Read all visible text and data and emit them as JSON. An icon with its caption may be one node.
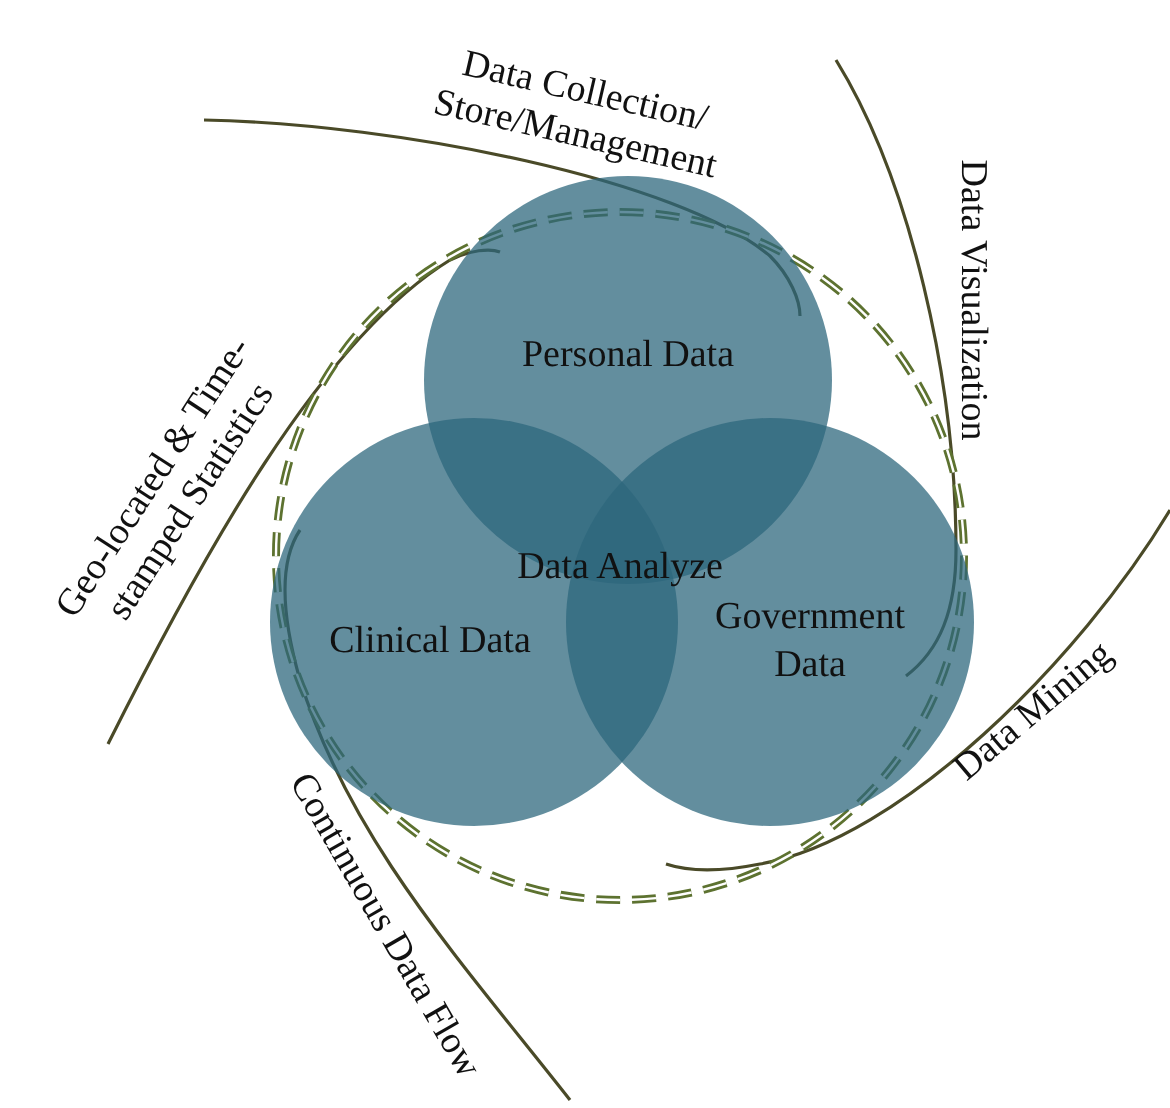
{
  "diagram": {
    "nodes": [
      {
        "text": [
          "Personal Data"
        ]
      },
      {
        "text": [
          "Clinical Data"
        ]
      },
      {
        "text": [
          "Government Data"
        ]
      }
    ],
    "labels": [
      "Data Collection/ Store/Management",
      "Data Visualization",
      "Geo-located & Time-stamped Statistics",
      "Data Analyze",
      "Data Mining",
      "Continuous Data Flow"
    ]
  }
}
